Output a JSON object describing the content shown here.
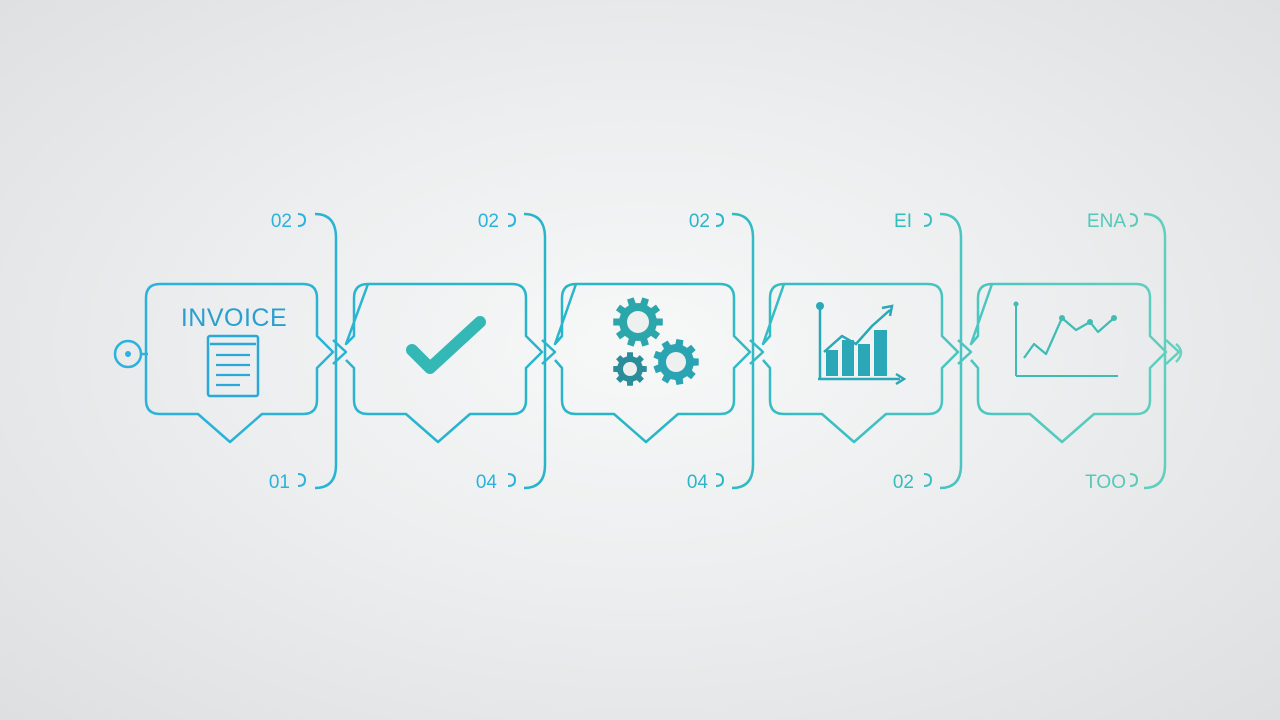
{
  "colors": {
    "line_start": "#2bb2dd",
    "line_mid": "#27b6c6",
    "line_end": "#5fcfbd",
    "icon_teal": "#2ba8a8",
    "icon_dark": "#2a8d99",
    "icon_blue": "#2aa8d8"
  },
  "steps": [
    {
      "icon": "invoice-document-icon",
      "icon_text": "INVOICE",
      "top_label": "02",
      "bottom_label": "01"
    },
    {
      "icon": "checkmark-icon",
      "top_label": "02",
      "bottom_label": "04"
    },
    {
      "icon": "gears-icon",
      "top_label": "02",
      "bottom_label": "04"
    },
    {
      "icon": "bar-chart-icon",
      "top_label": "EI",
      "bottom_label": "02"
    },
    {
      "icon": "line-chart-icon",
      "top_label": "ENA",
      "bottom_label": "TOO"
    }
  ]
}
